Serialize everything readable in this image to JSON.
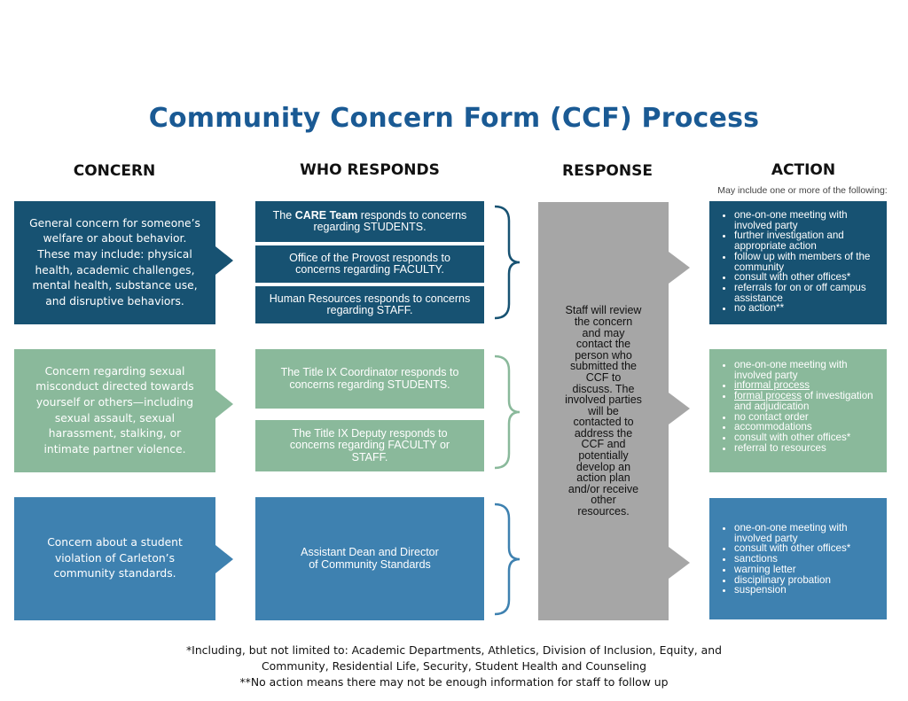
{
  "title": "Community Concern Form (CCF) Process",
  "columns": {
    "concern": "CONCERN",
    "who_responds": "WHO RESPONDS",
    "response": "RESPONSE",
    "action": "ACTION",
    "action_note": "May include one or more of the following:"
  },
  "concerns": [
    "General concern for someone’s welfare or about behavior. These may include: physical health, academic challenges, mental health, substance use, and disruptive behaviors.",
    "Concern regarding sexual misconduct directed towards yourself or others—including sexual assault, sexual harassment, stalking, or intimate partner violence.",
    "Concern about a student violation of Carleton’s community standards."
  ],
  "responders": {
    "care_prefix": "The ",
    "care_bold": "CARE Team",
    "care_suffix": " responds to concerns regarding STUDENTS.",
    "provost": "Office of the Provost responds to concerns regarding FACULTY.",
    "hr": "Human Resources responds to concerns regarding STAFF.",
    "title9_coord": "The Title IX Coordinator responds to concerns regarding STUDENTS.",
    "title9_deputy": "The Title IX Deputy responds to concerns regarding FACULTY or STAFF.",
    "dean": "Assistant Dean and Director of Community Standards"
  },
  "response": "Staff will review the concern and may contact the person who submitted the CCF to discuss. The involved parties will be contacted to address the CCF and potentially develop an action plan and/or receive other resources.",
  "actions": {
    "general": [
      "one-on-one meeting with involved party",
      "further investigation and appropriate action",
      "follow up with members of the community",
      "consult with other offices*",
      "referrals for on or off campus assistance",
      "no action**"
    ],
    "sexual": {
      "item1": "one-on-one meeting with involved party",
      "item2": "informal process",
      "item3_link": "formal process",
      "item3_rest": " of investigation and adjudication",
      "item4": "no contact order",
      "item5": "accommodations",
      "item6": "consult with other offices*",
      "item7": "referral to resources"
    },
    "standards": [
      "one-on-one meeting with involved party",
      "consult with other offices*",
      "sanctions",
      "warning letter",
      "disciplinary probation",
      "suspension"
    ]
  },
  "footnotes": {
    "line1": "*Including, but not limited to: Academic Departments, Athletics, Division of Inclusion, Equity, and",
    "line2": "Community, Residential Life, Security, Student Health and Counseling",
    "line3": "**No action means there may not be enough information for staff to follow up"
  },
  "colors": {
    "title": "#1a5a94",
    "dark_teal": "#175272",
    "sage_green": "#8ab99b",
    "steel_blue": "#3e81b0",
    "gray": "#a6a6a6"
  }
}
